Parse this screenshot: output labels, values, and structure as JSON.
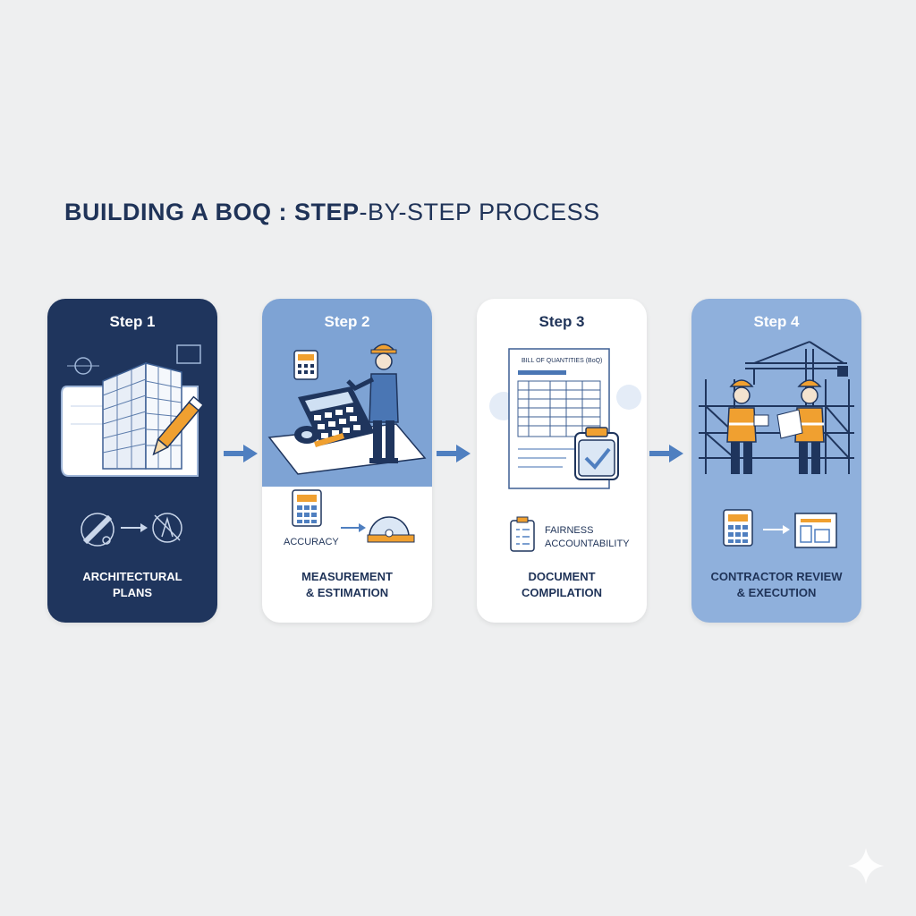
{
  "title": {
    "bold": "BUILDING A BOQ : STEP",
    "light": "-BY-STEP PROCESS"
  },
  "steps": [
    {
      "label": "Step 1",
      "caption": "ARCHITECTURAL\nPLANS"
    },
    {
      "label": "Step 2",
      "caption": "MEASUREMENT\n& ESTIMATION",
      "sub": "ACCURACY"
    },
    {
      "label": "Step 3",
      "caption": "DOCUMENT\nCOMPILATION",
      "doc_title": "BILL OF QUANTITIES (BoQ)",
      "sub1": "FAIRNESS",
      "sub2": "ACCOUNTABILITY"
    },
    {
      "label": "Step 4",
      "caption": "CONTRACTOR REVIEW\n& EXECUTION"
    }
  ],
  "colors": {
    "navy": "#1f355d",
    "mid_blue": "#7ea3d4",
    "light_blue": "#8fb0dc",
    "accent_orange": "#f0a030",
    "arrow": "#4f7fc0",
    "background": "#eeeff0"
  },
  "icons": {
    "step1": [
      "building-blueprint-icon",
      "pencil-icon",
      "ruler-icon",
      "compass-icon"
    ],
    "step2": [
      "calculator-icon",
      "engineer-icon",
      "tape-measure-icon",
      "protractor-icon"
    ],
    "step3": [
      "boq-document-icon",
      "checklist-icon",
      "clipboard-check-icon"
    ],
    "step4": [
      "crane-icon",
      "workers-icon",
      "calculator-icon",
      "plans-icon"
    ]
  }
}
